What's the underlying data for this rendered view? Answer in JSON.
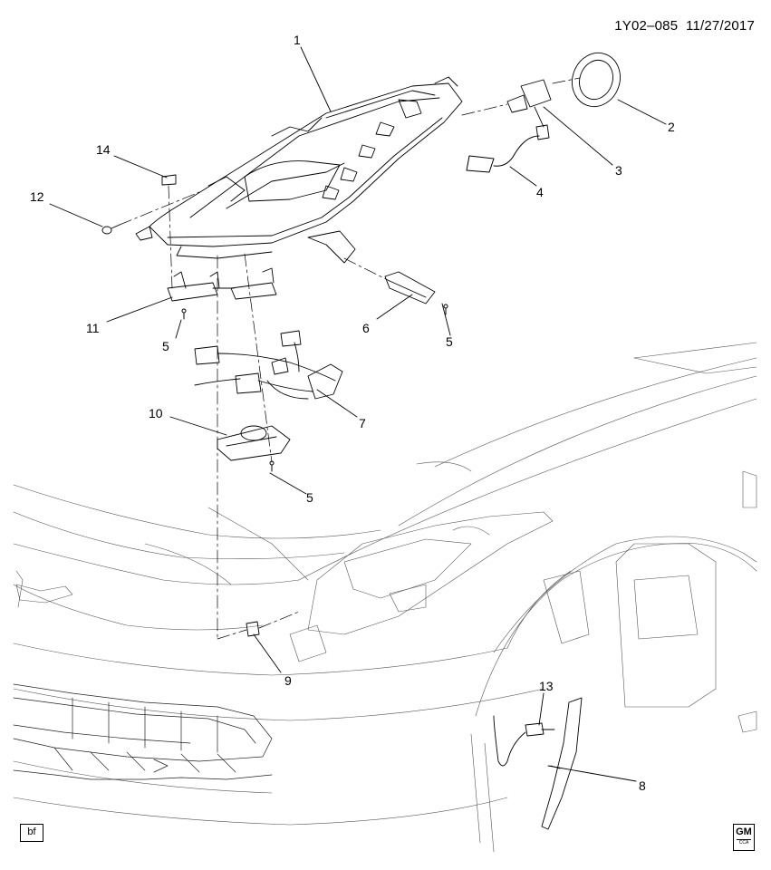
{
  "header": {
    "diagram_id": "1Y02–085",
    "date": "11/27/2017"
  },
  "callouts": {
    "c1": "1",
    "c2": "2",
    "c3": "3",
    "c4": "4",
    "c5a": "5",
    "c5b": "5",
    "c5c": "5",
    "c6": "6",
    "c7": "7",
    "c8": "8",
    "c9": "9",
    "c10": "10",
    "c11": "11",
    "c12": "12",
    "c13": "13",
    "c14": "14"
  },
  "footer": {
    "initials": "bf",
    "logo_text": "GM",
    "logo_sub": "CCA"
  },
  "icons": {
    "logo": "gm-logo-icon"
  }
}
